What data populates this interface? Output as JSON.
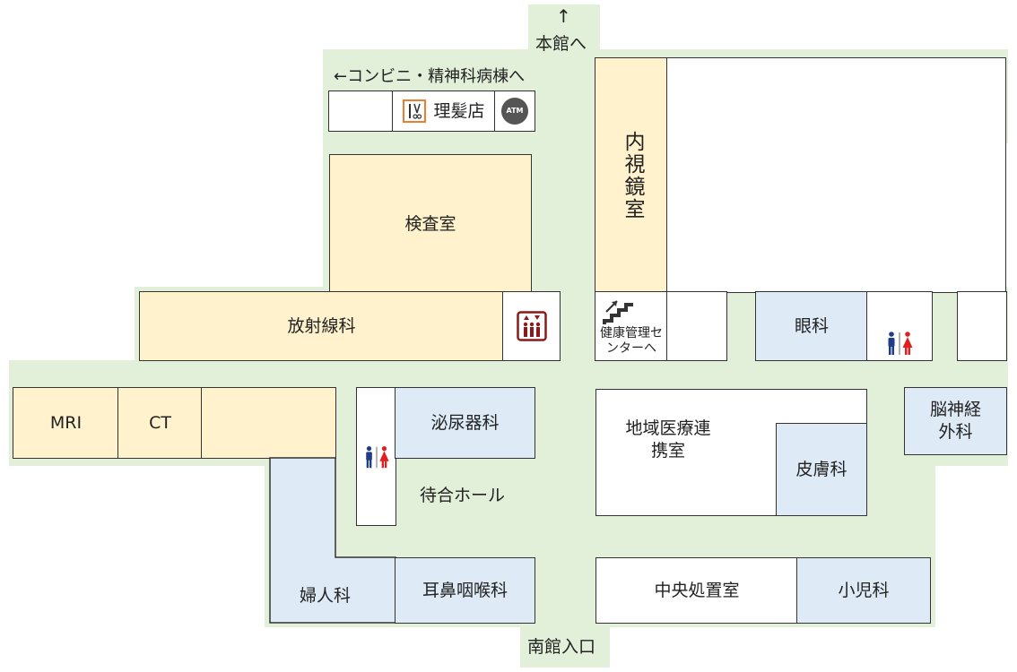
{
  "colors": {
    "corridor": "#e2efd9",
    "exam_room": "#fff2cc",
    "clinic_room": "#deebf7",
    "plain_room": "#ffffff",
    "border": "#333333",
    "male_icon": "#1f3c88",
    "female_icon": "#e02020",
    "barber_icon": "#ed7d31",
    "elevator_icon": "#8b1a1a"
  },
  "directions": {
    "to_main_arrow": "↑",
    "to_main": "本館へ",
    "to_conbini": "←コンビニ・精神科病棟へ",
    "south_entrance": "南館入口",
    "health_center": "健康管理センターへ"
  },
  "rooms": {
    "barber": "理髪店",
    "atm": "ATM",
    "endoscopy": "内視鏡室",
    "examination": "検査室",
    "radiology": "放射線科",
    "ophthalmology": "眼科",
    "mri": "MRI",
    "ct": "CT",
    "urology": "泌尿器科",
    "waiting_hall": "待合ホール",
    "regional_medical": "地域医療連携室",
    "dermatology": "皮膚科",
    "neurosurgery": "脳神経外科",
    "gynecology": "婦人科",
    "ent": "耳鼻咽喉科",
    "central_treatment": "中央処置室",
    "pediatrics": "小児科"
  },
  "icons": {
    "restroom": "restroom-icon",
    "elevator": "elevator-icon",
    "stairs": "stairs-icon",
    "barber": "barber-scissors-icon",
    "atm": "atm-pin-icon"
  }
}
